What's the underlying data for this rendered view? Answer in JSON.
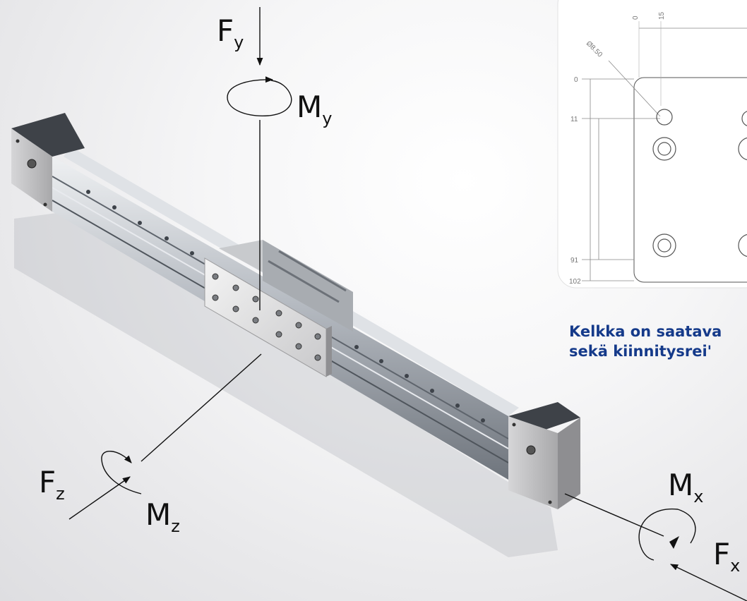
{
  "labels": {
    "fy": {
      "main": "F",
      "sub": "y"
    },
    "my": {
      "main": "M",
      "sub": "y"
    },
    "fz": {
      "main": "F",
      "sub": "z"
    },
    "mz": {
      "main": "M",
      "sub": "z"
    },
    "mx": {
      "main": "M",
      "sub": "x"
    },
    "fx": {
      "main": "F",
      "sub": "x"
    }
  },
  "drawing": {
    "hole_diameter": "Ø8.50",
    "top_dims": [
      "0",
      "15"
    ],
    "left_dims": [
      "0",
      "11",
      "91",
      "102"
    ]
  },
  "caption": {
    "line1": "Kelkka on saatava",
    "line2": "sekä kiinnitysrei'"
  },
  "colors": {
    "caption": "#153a8a",
    "rail": "#9aa0a8",
    "endcap": "#b9b9bb"
  }
}
